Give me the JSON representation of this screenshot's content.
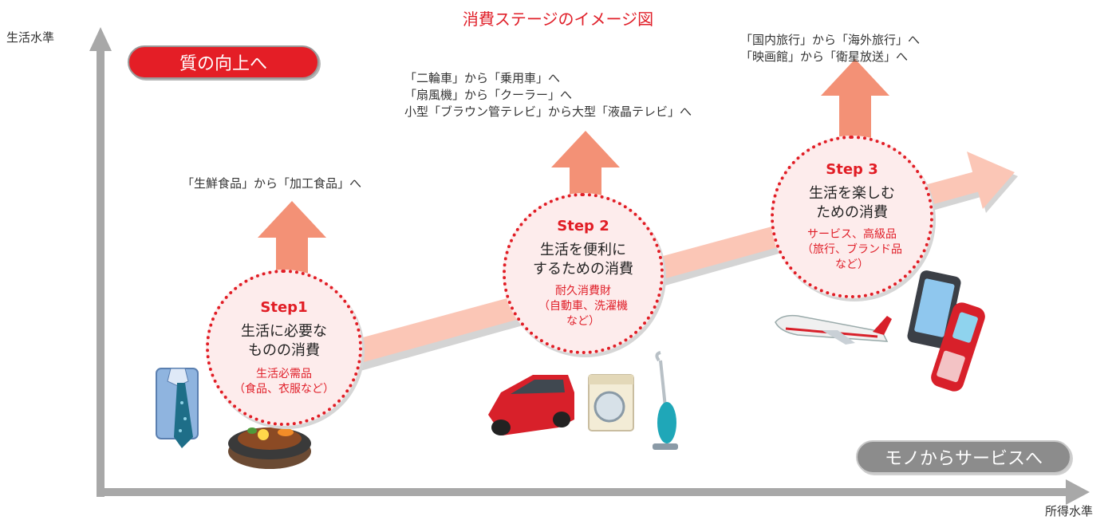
{
  "title": "消費ステージのイメージ図",
  "axes": {
    "y_label": "生活水準",
    "x_label": "所得水準"
  },
  "badges": {
    "quality": "質の向上へ",
    "services": "モノからサービスへ"
  },
  "notes": {
    "n1": [
      "「生鮮食品」から「加工食品」へ"
    ],
    "n2": [
      "「二輪車」から「乗用車」へ",
      "「扇風機」から「クーラー」へ",
      "小型「ブラウン管テレビ」から大型「液晶テレビ」へ"
    ],
    "n3": [
      "「国内旅行」から「海外旅行」へ",
      "「映画館」から「衛星放送」へ"
    ]
  },
  "steps": [
    {
      "step": "Step1",
      "main": [
        "生活に必要な",
        "ものの消費"
      ],
      "sub": [
        "生活必需品",
        "（食品、衣服など）"
      ]
    },
    {
      "step": "Step 2",
      "main": [
        "生活を便利に",
        "するための消費"
      ],
      "sub": [
        "耐久消費財",
        "（自動車、洗濯機",
        "など）"
      ]
    },
    {
      "step": "Step 3",
      "main": [
        "生活を楽しむ",
        "ための消費"
      ],
      "sub": [
        "サービス、高級品",
        "（旅行、ブランド品",
        "など）"
      ]
    }
  ],
  "icons": [
    "shirt-tie-icon",
    "steak-plate-icon",
    "car-icon",
    "washing-machine-icon",
    "vacuum-cleaner-icon",
    "airplane-icon",
    "smartphone-icon",
    "flip-phone-icon"
  ],
  "colors": {
    "accent": "#e11d25",
    "arrow": "#f39176",
    "band": "#fbc6b6",
    "axis": "#a8a8a8"
  }
}
